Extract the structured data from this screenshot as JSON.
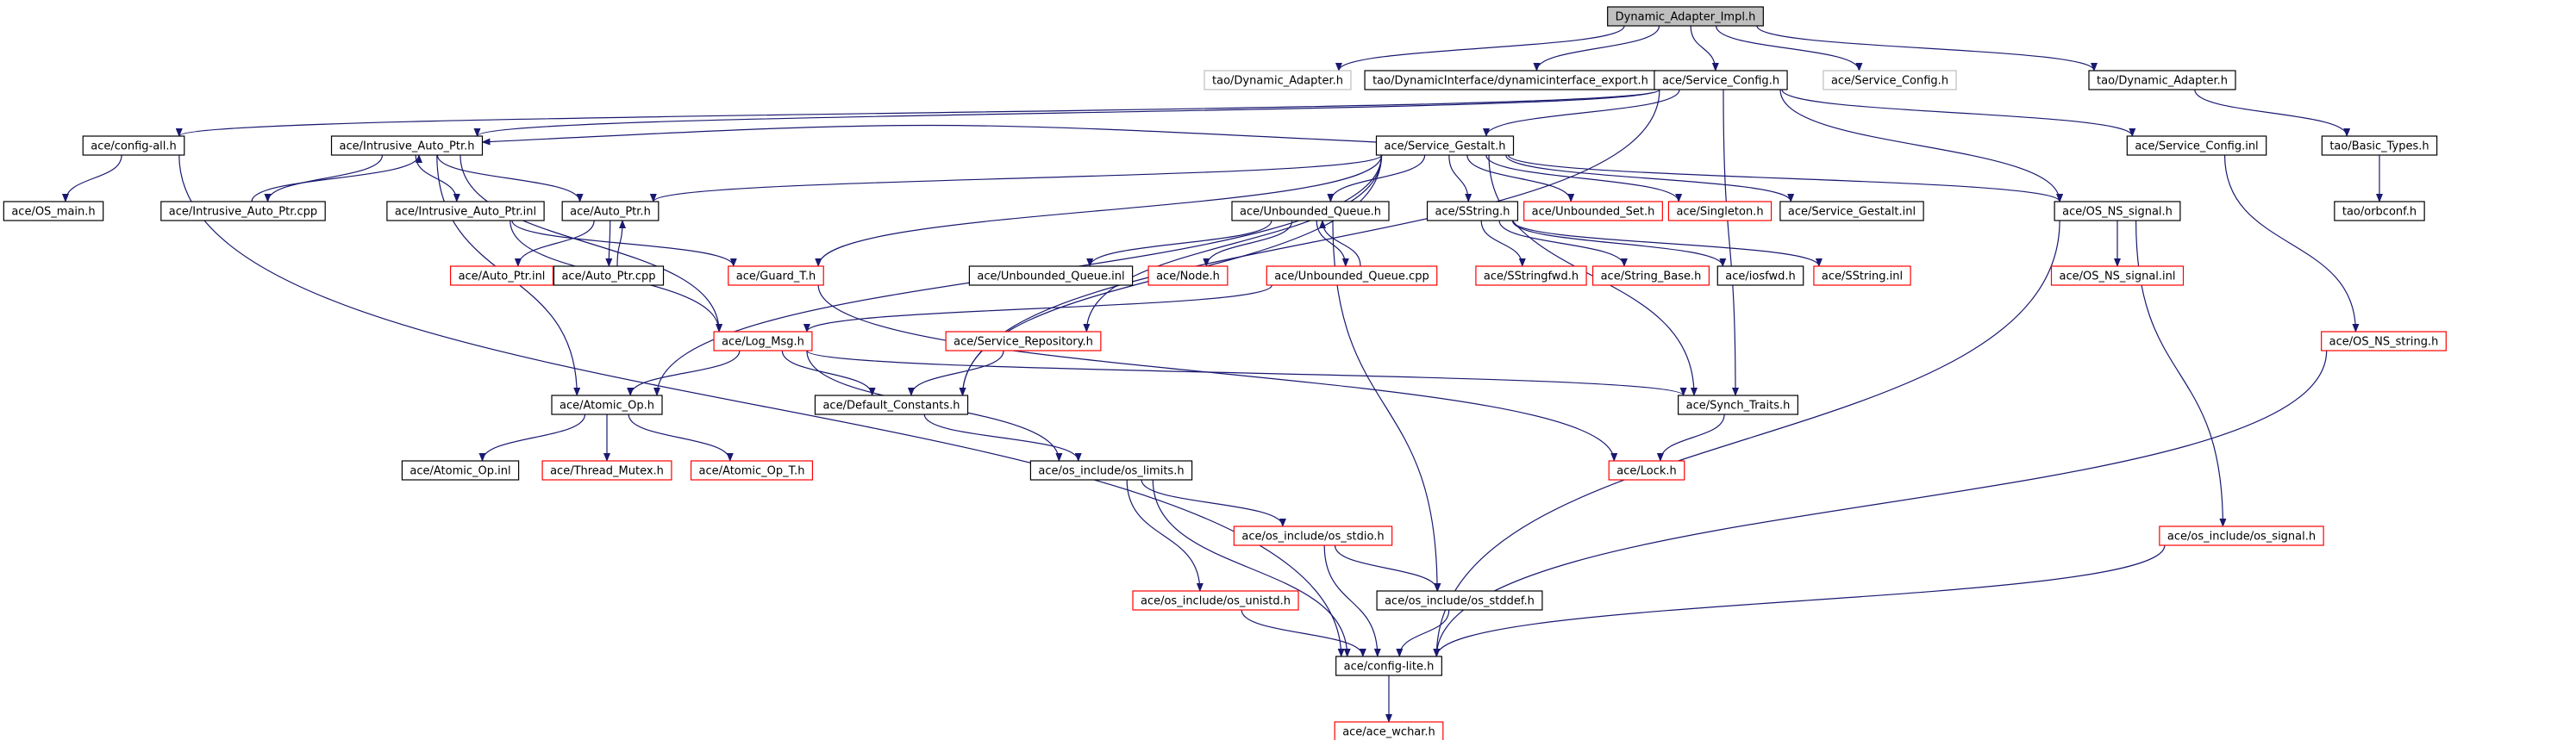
{
  "colors": {
    "edge": "#191970",
    "normal_border": "#000000",
    "missing_border": "#ff0000",
    "external_border": "#bfbfbf",
    "root_fill": "#bfbfbf"
  },
  "root": "Dynamic_Adapter_Impl.h",
  "nodes": [
    {
      "id": "root",
      "label": "Dynamic_Adapter_Impl.h",
      "kind": "root"
    },
    {
      "id": "tao_dyn_ad_ext",
      "label": "tao/Dynamic_Adapter.h",
      "kind": "external"
    },
    {
      "id": "tao_dynif_export",
      "label": "tao/DynamicInterface/dynamicinterface_export.h",
      "kind": "normal"
    },
    {
      "id": "ace_service_config",
      "label": "ace/Service_Config.h",
      "kind": "normal"
    },
    {
      "id": "ace_service_config_ext",
      "label": "ace/Service_Config.h",
      "kind": "external"
    },
    {
      "id": "tao_dyn_ad",
      "label": "tao/Dynamic_Adapter.h",
      "kind": "normal"
    },
    {
      "id": "config_all",
      "label": "ace/config-all.h",
      "kind": "normal"
    },
    {
      "id": "intrusive_auto_ptr_h",
      "label": "ace/Intrusive_Auto_Ptr.h",
      "kind": "normal"
    },
    {
      "id": "service_gestalt_h",
      "label": "ace/Service_Gestalt.h",
      "kind": "normal"
    },
    {
      "id": "service_config_inl",
      "label": "ace/Service_Config.inl",
      "kind": "normal"
    },
    {
      "id": "basic_types",
      "label": "tao/Basic_Types.h",
      "kind": "normal"
    },
    {
      "id": "os_main",
      "label": "ace/OS_main.h",
      "kind": "normal"
    },
    {
      "id": "intrusive_auto_ptr_cpp",
      "label": "ace/Intrusive_Auto_Ptr.cpp",
      "kind": "normal"
    },
    {
      "id": "intrusive_auto_ptr_inl",
      "label": "ace/Intrusive_Auto_Ptr.inl",
      "kind": "normal"
    },
    {
      "id": "auto_ptr_h",
      "label": "ace/Auto_Ptr.h",
      "kind": "normal"
    },
    {
      "id": "unbounded_queue_h",
      "label": "ace/Unbounded_Queue.h",
      "kind": "normal"
    },
    {
      "id": "sstring_h",
      "label": "ace/SString.h",
      "kind": "normal"
    },
    {
      "id": "unbounded_set",
      "label": "ace/Unbounded_Set.h",
      "kind": "missing"
    },
    {
      "id": "singleton",
      "label": "ace/Singleton.h",
      "kind": "missing"
    },
    {
      "id": "service_gestalt_inl",
      "label": "ace/Service_Gestalt.inl",
      "kind": "normal"
    },
    {
      "id": "os_ns_signal_h",
      "label": "ace/OS_NS_signal.h",
      "kind": "normal"
    },
    {
      "id": "orbconf",
      "label": "tao/orbconf.h",
      "kind": "normal"
    },
    {
      "id": "auto_ptr_inl",
      "label": "ace/Auto_Ptr.inl",
      "kind": "missing"
    },
    {
      "id": "auto_ptr_cpp",
      "label": "ace/Auto_Ptr.cpp",
      "kind": "normal"
    },
    {
      "id": "guard_t",
      "label": "ace/Guard_T.h",
      "kind": "missing"
    },
    {
      "id": "unbounded_queue_inl",
      "label": "ace/Unbounded_Queue.inl",
      "kind": "normal"
    },
    {
      "id": "node_h",
      "label": "ace/Node.h",
      "kind": "missing"
    },
    {
      "id": "unbounded_queue_cpp",
      "label": "ace/Unbounded_Queue.cpp",
      "kind": "missing"
    },
    {
      "id": "sstringfwd",
      "label": "ace/SStringfwd.h",
      "kind": "missing"
    },
    {
      "id": "string_base",
      "label": "ace/String_Base.h",
      "kind": "missing"
    },
    {
      "id": "iosfwd",
      "label": "ace/iosfwd.h",
      "kind": "normal"
    },
    {
      "id": "sstring_inl",
      "label": "ace/SString.inl",
      "kind": "missing"
    },
    {
      "id": "os_ns_signal_inl",
      "label": "ace/OS_NS_signal.inl",
      "kind": "missing"
    },
    {
      "id": "log_msg",
      "label": "ace/Log_Msg.h",
      "kind": "missing"
    },
    {
      "id": "service_repository",
      "label": "ace/Service_Repository.h",
      "kind": "missing"
    },
    {
      "id": "os_ns_string",
      "label": "ace/OS_NS_string.h",
      "kind": "missing"
    },
    {
      "id": "atomic_op_h",
      "label": "ace/Atomic_Op.h",
      "kind": "normal"
    },
    {
      "id": "default_constants",
      "label": "ace/Default_Constants.h",
      "kind": "normal"
    },
    {
      "id": "synch_traits",
      "label": "ace/Synch_Traits.h",
      "kind": "normal"
    },
    {
      "id": "atomic_op_inl",
      "label": "ace/Atomic_Op.inl",
      "kind": "normal"
    },
    {
      "id": "thread_mutex",
      "label": "ace/Thread_Mutex.h",
      "kind": "missing"
    },
    {
      "id": "atomic_op_t",
      "label": "ace/Atomic_Op_T.h",
      "kind": "missing"
    },
    {
      "id": "os_limits",
      "label": "ace/os_include/os_limits.h",
      "kind": "normal"
    },
    {
      "id": "lock_h",
      "label": "ace/Lock.h",
      "kind": "missing"
    },
    {
      "id": "os_stdio",
      "label": "ace/os_include/os_stdio.h",
      "kind": "missing"
    },
    {
      "id": "os_signal",
      "label": "ace/os_include/os_signal.h",
      "kind": "missing"
    },
    {
      "id": "os_unistd",
      "label": "ace/os_include/os_unistd.h",
      "kind": "missing"
    },
    {
      "id": "os_stddef",
      "label": "ace/os_include/os_stddef.h",
      "kind": "normal"
    },
    {
      "id": "config_lite",
      "label": "ace/config-lite.h",
      "kind": "normal"
    },
    {
      "id": "ace_wchar",
      "label": "ace/ace_wchar.h",
      "kind": "missing"
    }
  ],
  "edges": [
    [
      "root",
      "tao_dyn_ad_ext"
    ],
    [
      "root",
      "tao_dynif_export"
    ],
    [
      "root",
      "ace_service_config"
    ],
    [
      "root",
      "ace_service_config_ext"
    ],
    [
      "root",
      "tao_dyn_ad"
    ],
    [
      "tao_dyn_ad",
      "basic_types"
    ],
    [
      "basic_types",
      "orbconf"
    ],
    [
      "ace_service_config",
      "config_all"
    ],
    [
      "ace_service_config",
      "intrusive_auto_ptr_h"
    ],
    [
      "ace_service_config",
      "service_gestalt_h"
    ],
    [
      "ace_service_config",
      "service_config_inl"
    ],
    [
      "ace_service_config",
      "os_ns_signal_h"
    ],
    [
      "ace_service_config",
      "default_constants"
    ],
    [
      "ace_service_config",
      "synch_traits"
    ],
    [
      "config_all",
      "os_main"
    ],
    [
      "config_all",
      "config_lite"
    ],
    [
      "intrusive_auto_ptr_h",
      "intrusive_auto_ptr_cpp"
    ],
    [
      "intrusive_auto_ptr_cpp",
      "intrusive_auto_ptr_h"
    ],
    [
      "intrusive_auto_ptr_h",
      "intrusive_auto_ptr_inl"
    ],
    [
      "intrusive_auto_ptr_h",
      "auto_ptr_h"
    ],
    [
      "intrusive_auto_ptr_h",
      "atomic_op_h"
    ],
    [
      "intrusive_auto_ptr_h",
      "log_msg"
    ],
    [
      "intrusive_auto_ptr_inl",
      "guard_t"
    ],
    [
      "intrusive_auto_ptr_inl",
      "log_msg"
    ],
    [
      "service_gestalt_h",
      "intrusive_auto_ptr_h"
    ],
    [
      "service_gestalt_h",
      "auto_ptr_h"
    ],
    [
      "service_gestalt_h",
      "unbounded_queue_h"
    ],
    [
      "service_gestalt_h",
      "sstring_h"
    ],
    [
      "service_gestalt_h",
      "unbounded_set"
    ],
    [
      "service_gestalt_h",
      "singleton"
    ],
    [
      "service_gestalt_h",
      "service_gestalt_inl"
    ],
    [
      "service_gestalt_h",
      "os_ns_signal_h"
    ],
    [
      "service_gestalt_h",
      "guard_t"
    ],
    [
      "service_gestalt_h",
      "service_repository"
    ],
    [
      "service_gestalt_h",
      "atomic_op_h"
    ],
    [
      "service_gestalt_h",
      "default_constants"
    ],
    [
      "service_gestalt_h",
      "synch_traits"
    ],
    [
      "auto_ptr_h",
      "auto_ptr_inl"
    ],
    [
      "auto_ptr_h",
      "auto_ptr_cpp"
    ],
    [
      "auto_ptr_cpp",
      "auto_ptr_h"
    ],
    [
      "unbounded_queue_h",
      "unbounded_queue_inl"
    ],
    [
      "unbounded_queue_h",
      "node_h"
    ],
    [
      "unbounded_queue_h",
      "unbounded_queue_cpp"
    ],
    [
      "unbounded_queue_cpp",
      "unbounded_queue_h"
    ],
    [
      "unbounded_queue_h",
      "os_stddef"
    ],
    [
      "unbounded_queue_cpp",
      "log_msg"
    ],
    [
      "sstring_h",
      "sstringfwd"
    ],
    [
      "sstring_h",
      "string_base"
    ],
    [
      "sstring_h",
      "iosfwd"
    ],
    [
      "sstring_h",
      "sstring_inl"
    ],
    [
      "os_ns_signal_h",
      "os_ns_signal_inl"
    ],
    [
      "os_ns_signal_h",
      "os_signal"
    ],
    [
      "os_ns_signal_h",
      "config_lite"
    ],
    [
      "service_config_inl",
      "os_ns_string"
    ],
    [
      "os_ns_string",
      "config_lite"
    ],
    [
      "guard_t",
      "lock_h"
    ],
    [
      "log_msg",
      "atomic_op_h"
    ],
    [
      "log_msg",
      "default_constants"
    ],
    [
      "log_msg",
      "synch_traits"
    ],
    [
      "log_msg",
      "os_limits"
    ],
    [
      "service_repository",
      "default_constants"
    ],
    [
      "atomic_op_h",
      "atomic_op_inl"
    ],
    [
      "atomic_op_h",
      "thread_mutex"
    ],
    [
      "atomic_op_h",
      "atomic_op_t"
    ],
    [
      "default_constants",
      "os_limits"
    ],
    [
      "synch_traits",
      "lock_h"
    ],
    [
      "os_limits",
      "os_stdio"
    ],
    [
      "os_limits",
      "os_unistd"
    ],
    [
      "os_limits",
      "config_lite"
    ],
    [
      "os_stdio",
      "os_stddef"
    ],
    [
      "os_stdio",
      "config_lite"
    ],
    [
      "os_unistd",
      "config_lite"
    ],
    [
      "os_stddef",
      "config_lite"
    ],
    [
      "os_signal",
      "config_lite"
    ],
    [
      "config_lite",
      "ace_wchar"
    ]
  ]
}
